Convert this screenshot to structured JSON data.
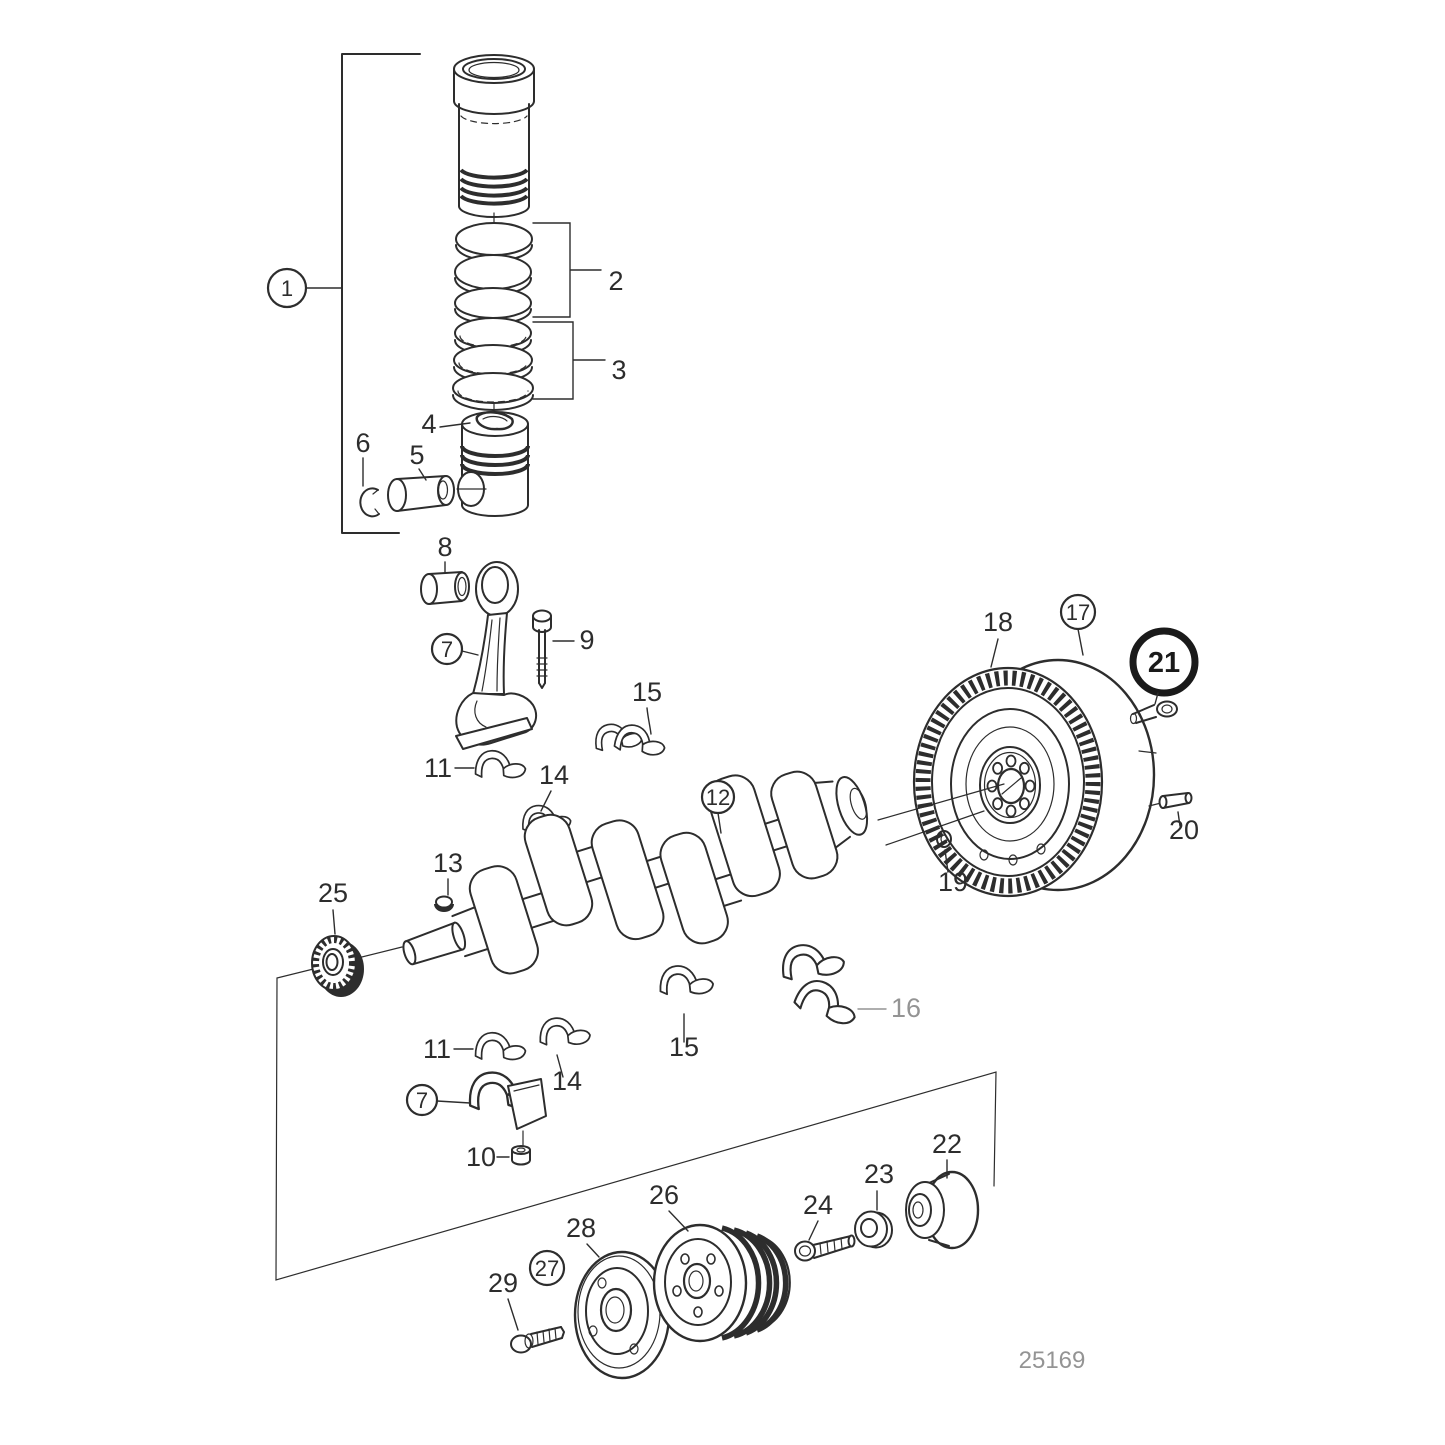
{
  "figure": {
    "drawing_number": "25169",
    "highlighted_item": "21",
    "colors": {
      "line": "#2d2d2d",
      "muted": "#949494",
      "highlight_ring": "#1a1a1a",
      "background": "#ffffff"
    }
  },
  "labels": {
    "item1": "1",
    "item2": "2",
    "item3": "3",
    "item4": "4",
    "item5": "5",
    "item6": "6",
    "item7_rod": "7",
    "item7_cap": "7",
    "item8": "8",
    "item9": "9",
    "item10": "10",
    "item11_upper": "11",
    "item11_lower": "11",
    "item12": "12",
    "item13": "13",
    "item14_upper": "14",
    "item14_lower": "14",
    "item15_upper": "15",
    "item15_lower": "15",
    "item16": "16",
    "item17": "17",
    "item18": "18",
    "item19": "19",
    "item20": "20",
    "item21": "21",
    "item22": "22",
    "item23": "23",
    "item24": "24",
    "item25": "25",
    "item26": "26",
    "item27": "27",
    "item28": "28",
    "item29": "29"
  }
}
